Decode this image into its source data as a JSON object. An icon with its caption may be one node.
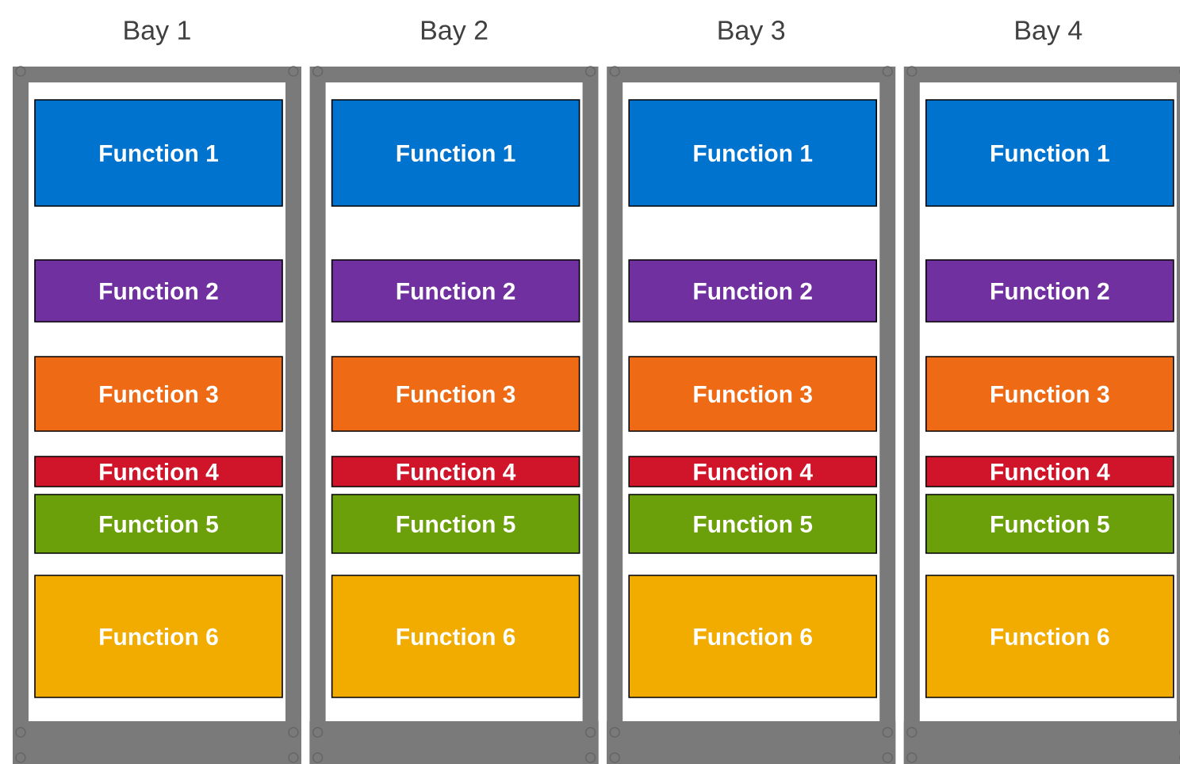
{
  "diagram": {
    "nodes": [
      {
        "text": [
          "Bay 1"
        ]
      },
      {
        "text": [
          "Function 1"
        ],
        "in": 0
      },
      {
        "text": [
          "Function 2"
        ],
        "in": 0
      },
      {
        "text": [
          "Function 3"
        ],
        "in": 0
      },
      {
        "text": [
          "Function 4"
        ],
        "in": 0
      },
      {
        "text": [
          "Function 5"
        ],
        "in": 0
      },
      {
        "text": [
          "Function 6"
        ],
        "in": 0
      },
      {
        "text": [
          "Bay 2"
        ]
      },
      {
        "text": [
          "Function 1"
        ],
        "in": 7
      },
      {
        "text": [
          "Function 2"
        ],
        "in": 7
      },
      {
        "text": [
          "Function 3"
        ],
        "in": 7
      },
      {
        "text": [
          "Function 4"
        ],
        "in": 7
      },
      {
        "text": [
          "Function 5"
        ],
        "in": 7
      },
      {
        "text": [
          "Function 6"
        ],
        "in": 7
      },
      {
        "text": [
          "Bay 3"
        ]
      },
      {
        "text": [
          "Function 1"
        ],
        "in": 14
      },
      {
        "text": [
          "Function 2"
        ],
        "in": 14
      },
      {
        "text": [
          "Function 3"
        ],
        "in": 14
      },
      {
        "text": [
          "Function 4"
        ],
        "in": 14
      },
      {
        "text": [
          "Function 5"
        ],
        "in": 14
      },
      {
        "text": [
          "Function 6"
        ],
        "in": 14
      },
      {
        "text": [
          "Bay 4"
        ]
      },
      {
        "text": [
          "Function 1"
        ],
        "in": 21
      },
      {
        "text": [
          "Function 2"
        ],
        "in": 21
      },
      {
        "text": [
          "Function 3"
        ],
        "in": 21
      },
      {
        "text": [
          "Function 4"
        ],
        "in": 21
      },
      {
        "text": [
          "Function 5"
        ],
        "in": 21
      },
      {
        "text": [
          "Function 6"
        ],
        "in": 21
      }
    ]
  }
}
